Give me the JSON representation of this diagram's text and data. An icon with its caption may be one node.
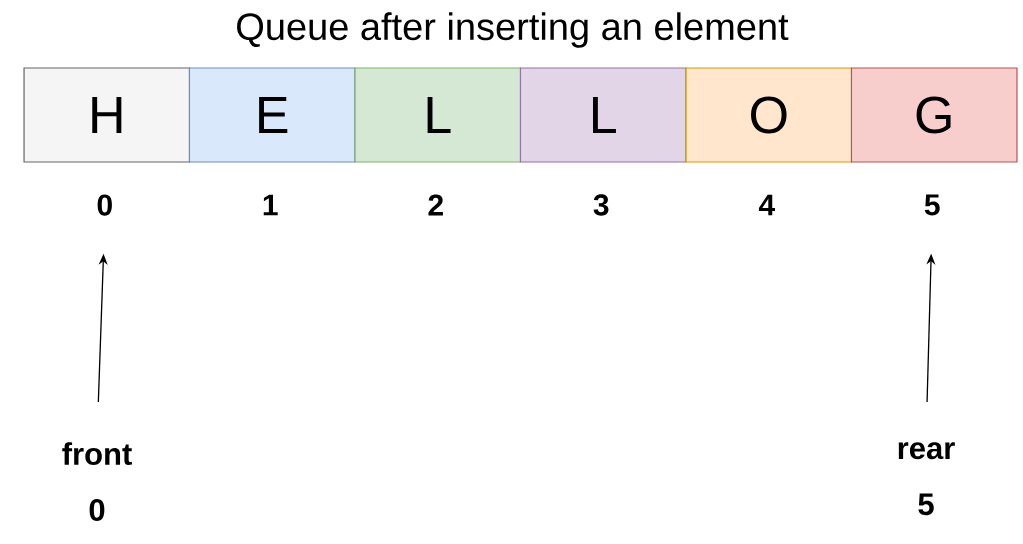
{
  "diagram": {
    "title": "Queue after inserting an element",
    "nodes": [
      {
        "text": [
          "H"
        ]
      },
      {
        "text": [
          "E"
        ]
      },
      {
        "text": [
          "L"
        ]
      },
      {
        "text": [
          "L"
        ]
      },
      {
        "text": [
          "O"
        ]
      },
      {
        "text": [
          "G"
        ]
      },
      {
        "text": [
          "0"
        ]
      },
      {
        "text": [
          "1"
        ]
      },
      {
        "text": [
          "2"
        ]
      },
      {
        "text": [
          "3"
        ]
      },
      {
        "text": [
          "4"
        ]
      },
      {
        "text": [
          "5"
        ]
      },
      {
        "text": [
          "front",
          "0"
        ]
      },
      {
        "text": [
          "rear",
          "5"
        ]
      }
    ],
    "edges": [
      {
        "from": 12,
        "to": 6,
        "arrow": "to"
      },
      {
        "from": 13,
        "to": 11,
        "arrow": "to"
      }
    ]
  }
}
